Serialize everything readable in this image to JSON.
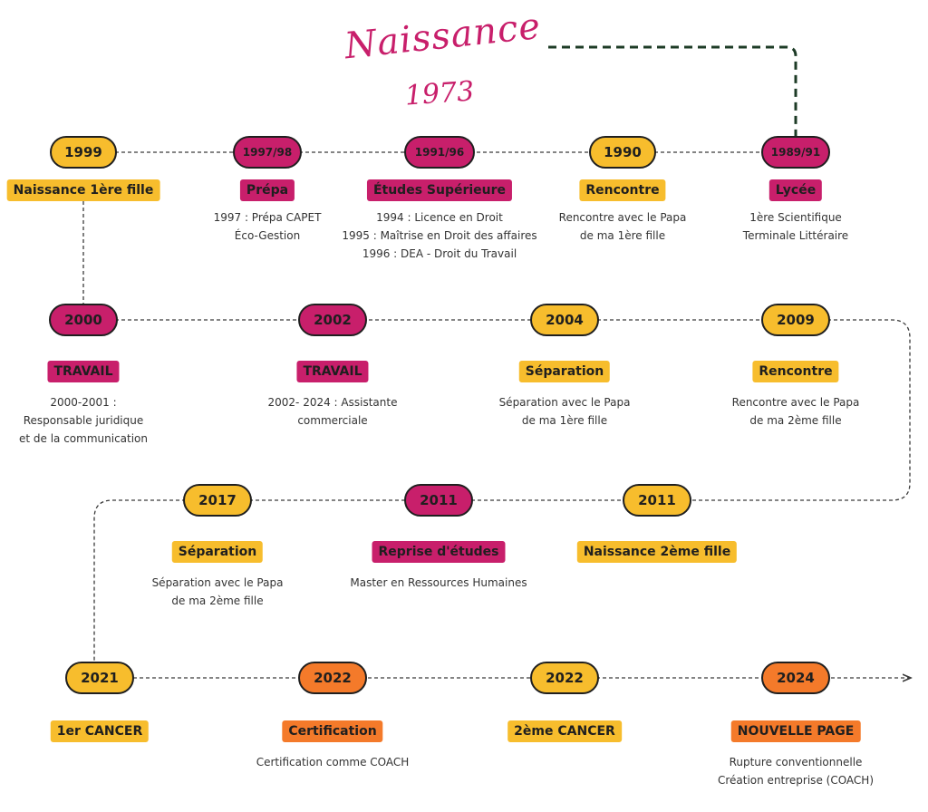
{
  "title": {
    "line1": "Naissance",
    "line2": "1973"
  },
  "colors": {
    "yellow": "#f7bd2d",
    "pink": "#c81f6b",
    "orange": "#f47a2a",
    "line": "#3a3a3a",
    "green_dashed": "#1d3b26"
  },
  "events": [
    {
      "year": "1999",
      "tag": "Naissance 1ère fille",
      "color": "yellow",
      "lines": []
    },
    {
      "year": "1997/98",
      "tag": "Prépa",
      "color": "pink",
      "lines": [
        "1997 : Prépa CAPET",
        "Éco-Gestion"
      ]
    },
    {
      "year": "1991/96",
      "tag": "Études Supérieure",
      "color": "pink",
      "lines": [
        "1994 : Licence en Droit",
        "1995 : Maîtrise en Droit des affaires",
        "1996 : DEA - Droit du Travail"
      ]
    },
    {
      "year": "1990",
      "tag": "Rencontre",
      "color": "yellow",
      "lines": [
        "Rencontre avec le Papa",
        "de ma 1ère fille"
      ]
    },
    {
      "year": "1989/91",
      "tag": "Lycée",
      "color": "pink",
      "lines": [
        "1ère Scientifique",
        "Terminale Littéraire"
      ]
    },
    {
      "year": "2000",
      "tag": "TRAVAIL",
      "color": "pink",
      "lines": [
        "2000-2001 :",
        "Responsable juridique",
        "et de la communication"
      ]
    },
    {
      "year": "2002",
      "tag": "TRAVAIL",
      "color": "pink",
      "lines": [
        "2002- 2024 : Assistante",
        "commerciale"
      ]
    },
    {
      "year": "2004",
      "tag": "Séparation",
      "color": "yellow",
      "lines": [
        "Séparation avec le Papa",
        "de ma 1ère fille"
      ]
    },
    {
      "year": "2009",
      "tag": "Rencontre",
      "color": "yellow",
      "lines": [
        "Rencontre avec le Papa",
        "de ma 2ème fille"
      ]
    },
    {
      "year": "2017",
      "tag": "Séparation",
      "color": "yellow",
      "lines": [
        "Séparation avec le Papa",
        "de ma 2ème fille"
      ]
    },
    {
      "year": "2011",
      "tag": "Reprise d'études",
      "color": "pink",
      "lines": [
        "Master en Ressources Humaines"
      ]
    },
    {
      "year": "2011",
      "tag": "Naissance 2ème fille",
      "color": "yellow",
      "lines": []
    },
    {
      "year": "2021",
      "tag": "1er CANCER",
      "color": "yellow",
      "lines": []
    },
    {
      "year": "2022",
      "tag": "Certification",
      "color": "orange",
      "lines": [
        "Certification comme COACH"
      ]
    },
    {
      "year": "2022",
      "tag": "2ème CANCER",
      "color": "yellow",
      "lines": []
    },
    {
      "year": "2024",
      "tag": "NOUVELLE PAGE",
      "color": "orange",
      "lines": [
        "Rupture conventionnelle",
        "Création entreprise (COACH)"
      ]
    }
  ]
}
